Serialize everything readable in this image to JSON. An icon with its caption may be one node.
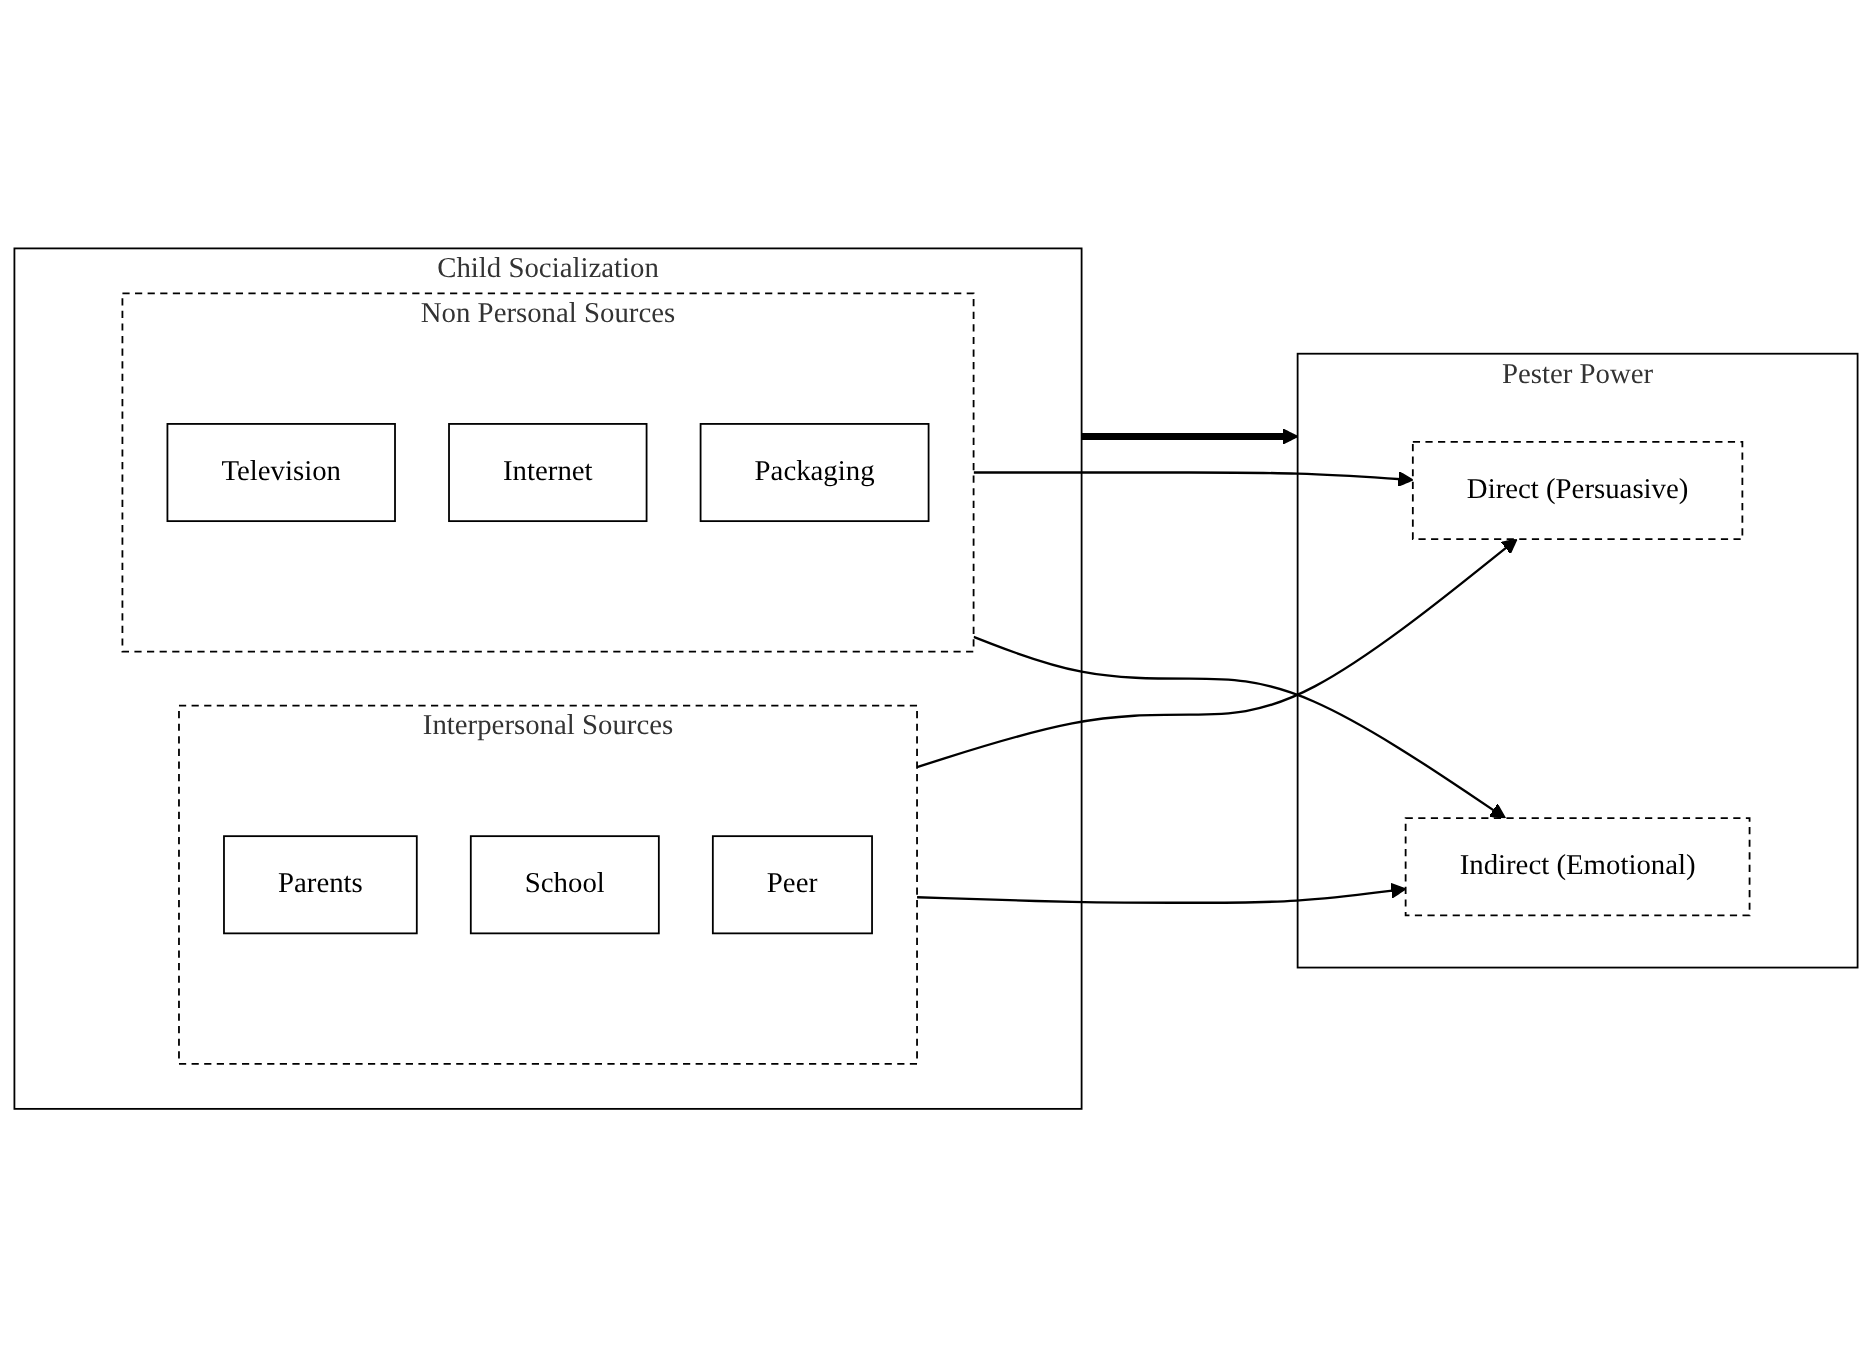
{
  "diagram": {
    "nodes": [
      {
        "text": [
          "Child Socialization"
        ]
      },
      {
        "text": [
          "Interpersonal Sources"
        ],
        "in": 0
      },
      {
        "text": [
          "Parents"
        ],
        "in": 1
      },
      {
        "text": [
          "School"
        ],
        "in": 1
      },
      {
        "text": [
          "Peer"
        ],
        "in": 1
      },
      {
        "text": [
          "Non Personal Sources"
        ],
        "in": 0
      },
      {
        "text": [
          "Television"
        ],
        "in": 5
      },
      {
        "text": [
          "Internet"
        ],
        "in": 5
      },
      {
        "text": [
          "Packaging"
        ],
        "in": 5
      },
      {
        "text": [
          "Pester Power"
        ]
      },
      {
        "text": [
          "Direct (Persuasive)"
        ],
        "in": 9
      },
      {
        "text": [
          "Indirect (Emotional)"
        ],
        "in": 9
      }
    ],
    "edges": [
      {
        "from": 0,
        "to": 9,
        "arrow": "to",
        "style": "thick"
      },
      {
        "from": 1,
        "to": 10,
        "arrow": "to"
      },
      {
        "from": 1,
        "to": 11,
        "arrow": "to"
      },
      {
        "from": 5,
        "to": 10,
        "arrow": "to"
      },
      {
        "from": 5,
        "to": 11,
        "arrow": "to"
      }
    ]
  }
}
